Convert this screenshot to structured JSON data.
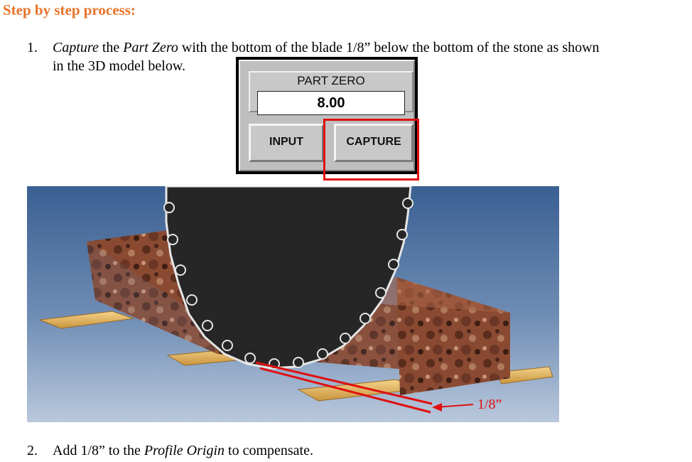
{
  "heading": "Step by step process:",
  "step1": {
    "number": "1.",
    "capture_word": "Capture",
    "the1": " the ",
    "part_zero_italic": "Part Zero",
    "rest_line1": " with the bottom of the blade 1/8” below the bottom of the stone as shown",
    "line2": "in the 3D model below."
  },
  "panel": {
    "title": "PART ZERO",
    "value": "8.00",
    "input_label": "INPUT",
    "capture_label": "CAPTURE"
  },
  "scene": {
    "dimension_label": "1/8”",
    "highlight_color": "#e01010"
  },
  "step2": {
    "number": "2.",
    "text_before": "Add 1/8” to the ",
    "profile_origin_italic": "Profile Origin",
    "text_after": " to compensate."
  },
  "colors": {
    "heading": "#e8742a",
    "highlight": "#e01010"
  }
}
